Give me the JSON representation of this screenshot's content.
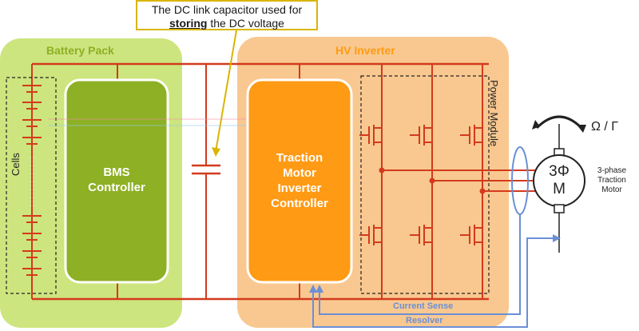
{
  "callout": {
    "line1": "The DC link capacitor used for",
    "line2_bold": "storing",
    "line2_rest": " the DC voltage"
  },
  "battery_pack": {
    "title": "Battery Pack",
    "cells_label": "Cells"
  },
  "bms": {
    "line1": "BMS",
    "line2": "Controller"
  },
  "inverter": {
    "title": "HV Inverter",
    "power_module_label": "Power Module"
  },
  "controller": {
    "line1": "Traction",
    "line2": "Motor",
    "line3": "Inverter",
    "line4": "Controller"
  },
  "motor": {
    "symbol_line1": "3Φ",
    "symbol_line2": "M",
    "caption_line1": "3-phase",
    "caption_line2": "Traction",
    "caption_line3": "Motor",
    "rotation_label": "Ω / Γ"
  },
  "signals": {
    "current_sense": "Current Sense",
    "resolver": "Resolver"
  },
  "colors": {
    "battery_bg": "#cde57e",
    "bms_fill": "#8db024",
    "inverter_bg": "#f8c890",
    "controller_fill": "#ff9a14",
    "wire": "#d33a1d",
    "signal": "#6b8fd6",
    "callout_border": "#d9b500"
  }
}
